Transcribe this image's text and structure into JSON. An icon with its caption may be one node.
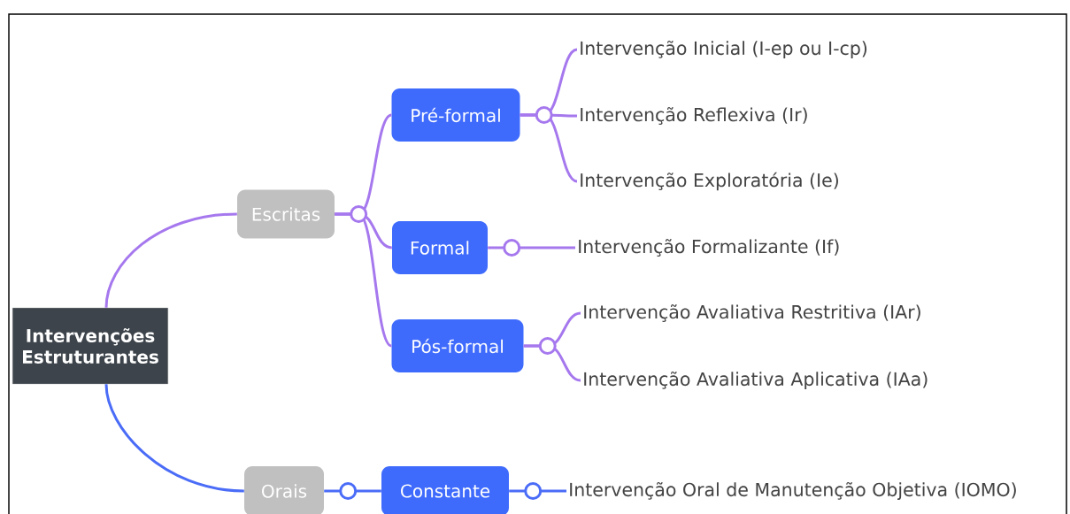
{
  "diagram": {
    "nodes": [
      {
        "text": [
          "Intervenções Estruturantes"
        ]
      },
      {
        "text": [
          "Escritas"
        ]
      },
      {
        "text": [
          "Orais"
        ]
      },
      {
        "text": [
          "Pré-formal"
        ]
      },
      {
        "text": [
          "Formal"
        ]
      },
      {
        "text": [
          "Pós-formal"
        ]
      },
      {
        "text": [
          "Constante"
        ]
      },
      {
        "text": [
          "Intervenção Inicial (I-ep ou I-cp)"
        ]
      },
      {
        "text": [
          "Intervenção Reflexiva (Ir)"
        ]
      },
      {
        "text": [
          "Intervenção Exploratória (Ie)"
        ]
      },
      {
        "text": [
          "Intervenção Formalizante (If)"
        ]
      },
      {
        "text": [
          "Intervenção Avaliativa Restritiva (IAr)"
        ]
      },
      {
        "text": [
          "Intervenção Avaliativa Aplicativa (IAa)"
        ]
      },
      {
        "text": [
          "Intervenção Oral de Manutenção Objetiva (IOMO)"
        ]
      }
    ],
    "edges": [
      {
        "from": 0,
        "to": 1,
        "arrow": "none"
      },
      {
        "from": 0,
        "to": 2,
        "arrow": "none",
        "color": "#4a6cf7"
      },
      {
        "from": 1,
        "to": 3,
        "arrow": "none"
      },
      {
        "from": 1,
        "to": 4,
        "arrow": "none"
      },
      {
        "from": 1,
        "to": 5,
        "arrow": "none"
      },
      {
        "from": 3,
        "to": 7,
        "arrow": "none"
      },
      {
        "from": 3,
        "to": 8,
        "arrow": "none"
      },
      {
        "from": 3,
        "to": 9,
        "arrow": "none"
      },
      {
        "from": 4,
        "to": 10,
        "arrow": "none"
      },
      {
        "from": 5,
        "to": 11,
        "arrow": "none"
      },
      {
        "from": 5,
        "to": 12,
        "arrow": "none"
      },
      {
        "from": 2,
        "to": 6,
        "arrow": "none",
        "color": "#4a6cf7"
      },
      {
        "from": 6,
        "to": 13,
        "arrow": "none",
        "color": "#4a6cf7"
      }
    ]
  }
}
